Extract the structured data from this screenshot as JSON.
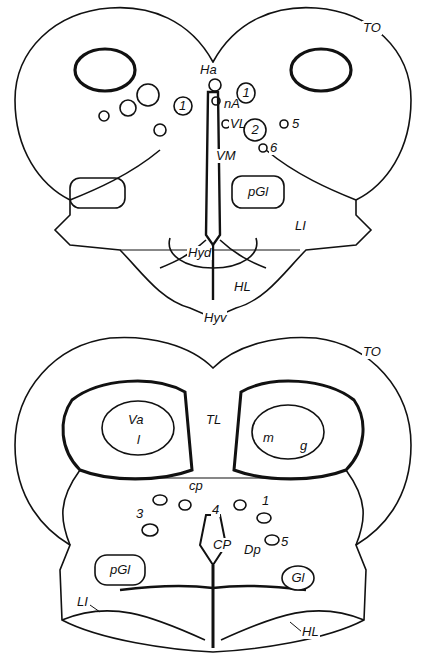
{
  "diagram": {
    "nodes": [
      {
        "text": [
          "1"
        ]
      },
      {
        "text": [
          "2"
        ]
      },
      {
        "text": [
          "Gl"
        ]
      }
    ],
    "labels": [
      "TO",
      "Ha",
      "nA",
      "1",
      "VL",
      "VM",
      "5",
      "6",
      "pGl",
      "LI",
      "Hyd",
      "HL",
      "Hyv",
      "TO",
      "Va",
      "l",
      "TL",
      "m",
      "g",
      "cp",
      "3",
      "4",
      "1",
      "5",
      "CP",
      "Dp",
      "pGl",
      "LI",
      "HL"
    ]
  }
}
